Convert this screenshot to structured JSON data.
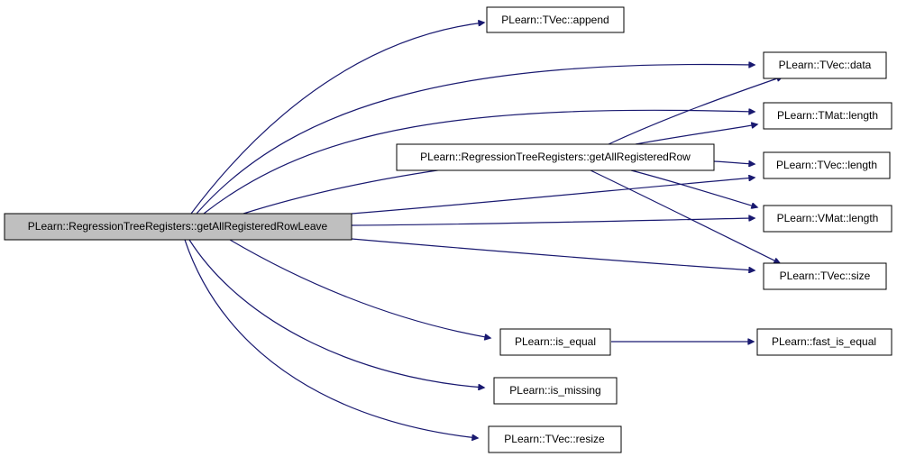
{
  "colors": {
    "edge": "#191970",
    "node_fill": "#ffffff",
    "root_fill": "#bfbfbf",
    "node_stroke": "#000000"
  },
  "nodes": {
    "root": "PLearn::RegressionTreeRegisters::getAllRegisteredRowLeave",
    "getAllRegisteredRow": "PLearn::RegressionTreeRegisters::getAllRegisteredRow",
    "tvec_append": "PLearn::TVec::append",
    "tvec_data": "PLearn::TVec::data",
    "tmat_length": "PLearn::TMat::length",
    "tvec_length": "PLearn::TVec::length",
    "vmat_length": "PLearn::VMat::length",
    "tvec_size": "PLearn::TVec::size",
    "is_equal": "PLearn::is_equal",
    "fast_is_equal": "PLearn::fast_is_equal",
    "is_missing": "PLearn::is_missing",
    "tvec_resize": "PLearn::TVec::resize"
  }
}
